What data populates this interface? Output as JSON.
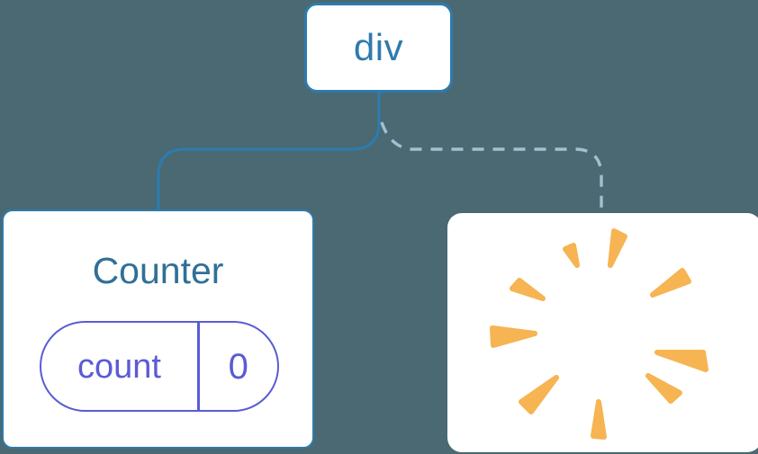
{
  "colors": {
    "background": "#4A6972",
    "line_blue": "#2E7BAD",
    "div_text": "#2E7BAD",
    "title_blue": "#2F7096",
    "state_purple": "#5B5BD6",
    "dashed_blue": "#A3BFD3",
    "burst_orange": "#F6B452",
    "card_white": "#FFFFFF"
  },
  "diagram": {
    "root_node": {
      "label": "div"
    },
    "counter_card": {
      "title": "Counter",
      "state": {
        "key": "count",
        "value": "0"
      }
    },
    "removed_card": {
      "icon": "poof-burst-icon"
    },
    "edges": [
      {
        "from": "div",
        "to": "Counter",
        "style": "solid"
      },
      {
        "from": "div",
        "to": "removed",
        "style": "dashed"
      }
    ]
  }
}
